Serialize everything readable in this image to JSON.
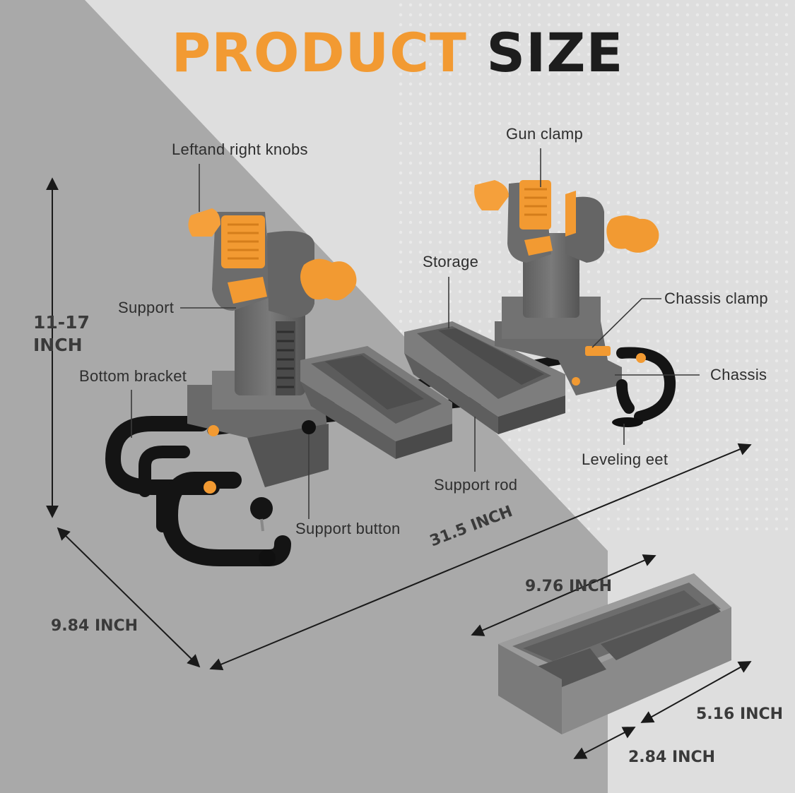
{
  "title": {
    "word1": "PRODUCT",
    "word2": "SIZE"
  },
  "labels": {
    "knobs": "Leftand right knobs",
    "gun_clamp": "Gun clamp",
    "storage": "Storage",
    "chassis_clamp": "Chassis clamp",
    "support": "Support",
    "chassis": "Chassis",
    "bottom_bracket": "Bottom bracket",
    "leveling_feet": "Leveling eet",
    "support_rod": "Support rod",
    "support_button": "Support button"
  },
  "dimensions": {
    "height_line1": "11-17",
    "height_line2": "INCH",
    "length": "31.5 INCH",
    "width": "9.84 INCH",
    "tray_length": "9.76 INCH",
    "tray_width": "5.16 INCH",
    "tray_height": "2.84 INCH"
  },
  "colors": {
    "accent": "#f29a32",
    "dark": "#1d1d1d",
    "body_gray": "#6e6e6e",
    "frame_black": "#141414"
  }
}
